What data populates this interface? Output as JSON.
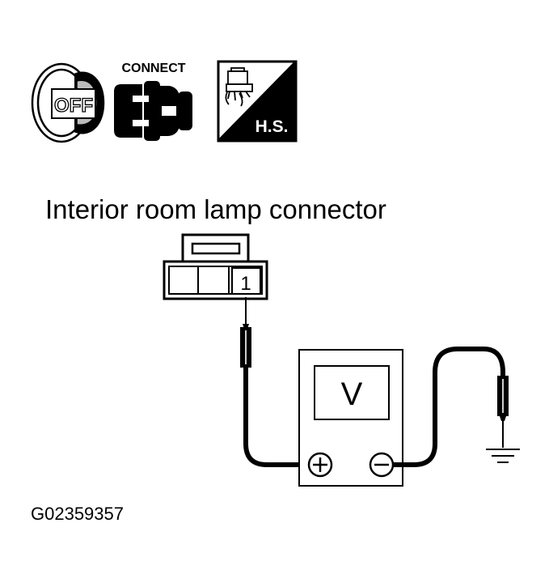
{
  "icons": {
    "ignition": {
      "label": "OFF",
      "icon": "ignition-key-off-icon"
    },
    "connect": {
      "label": "CONNECT",
      "icon": "connector-plug-icon"
    },
    "harness": {
      "label": "H.S.",
      "icon": "harness-side-connector-icon"
    }
  },
  "diagram": {
    "title": "Interior room lamp connector",
    "terminal": "1",
    "meter": {
      "symbol": "V",
      "positive": "+",
      "negative": "−",
      "icon": "voltmeter-icon"
    },
    "ground": {
      "icon": "ground-icon"
    }
  },
  "figure_id": "G02359357",
  "colors": {
    "ink": "#000000",
    "paper": "#ffffff"
  }
}
